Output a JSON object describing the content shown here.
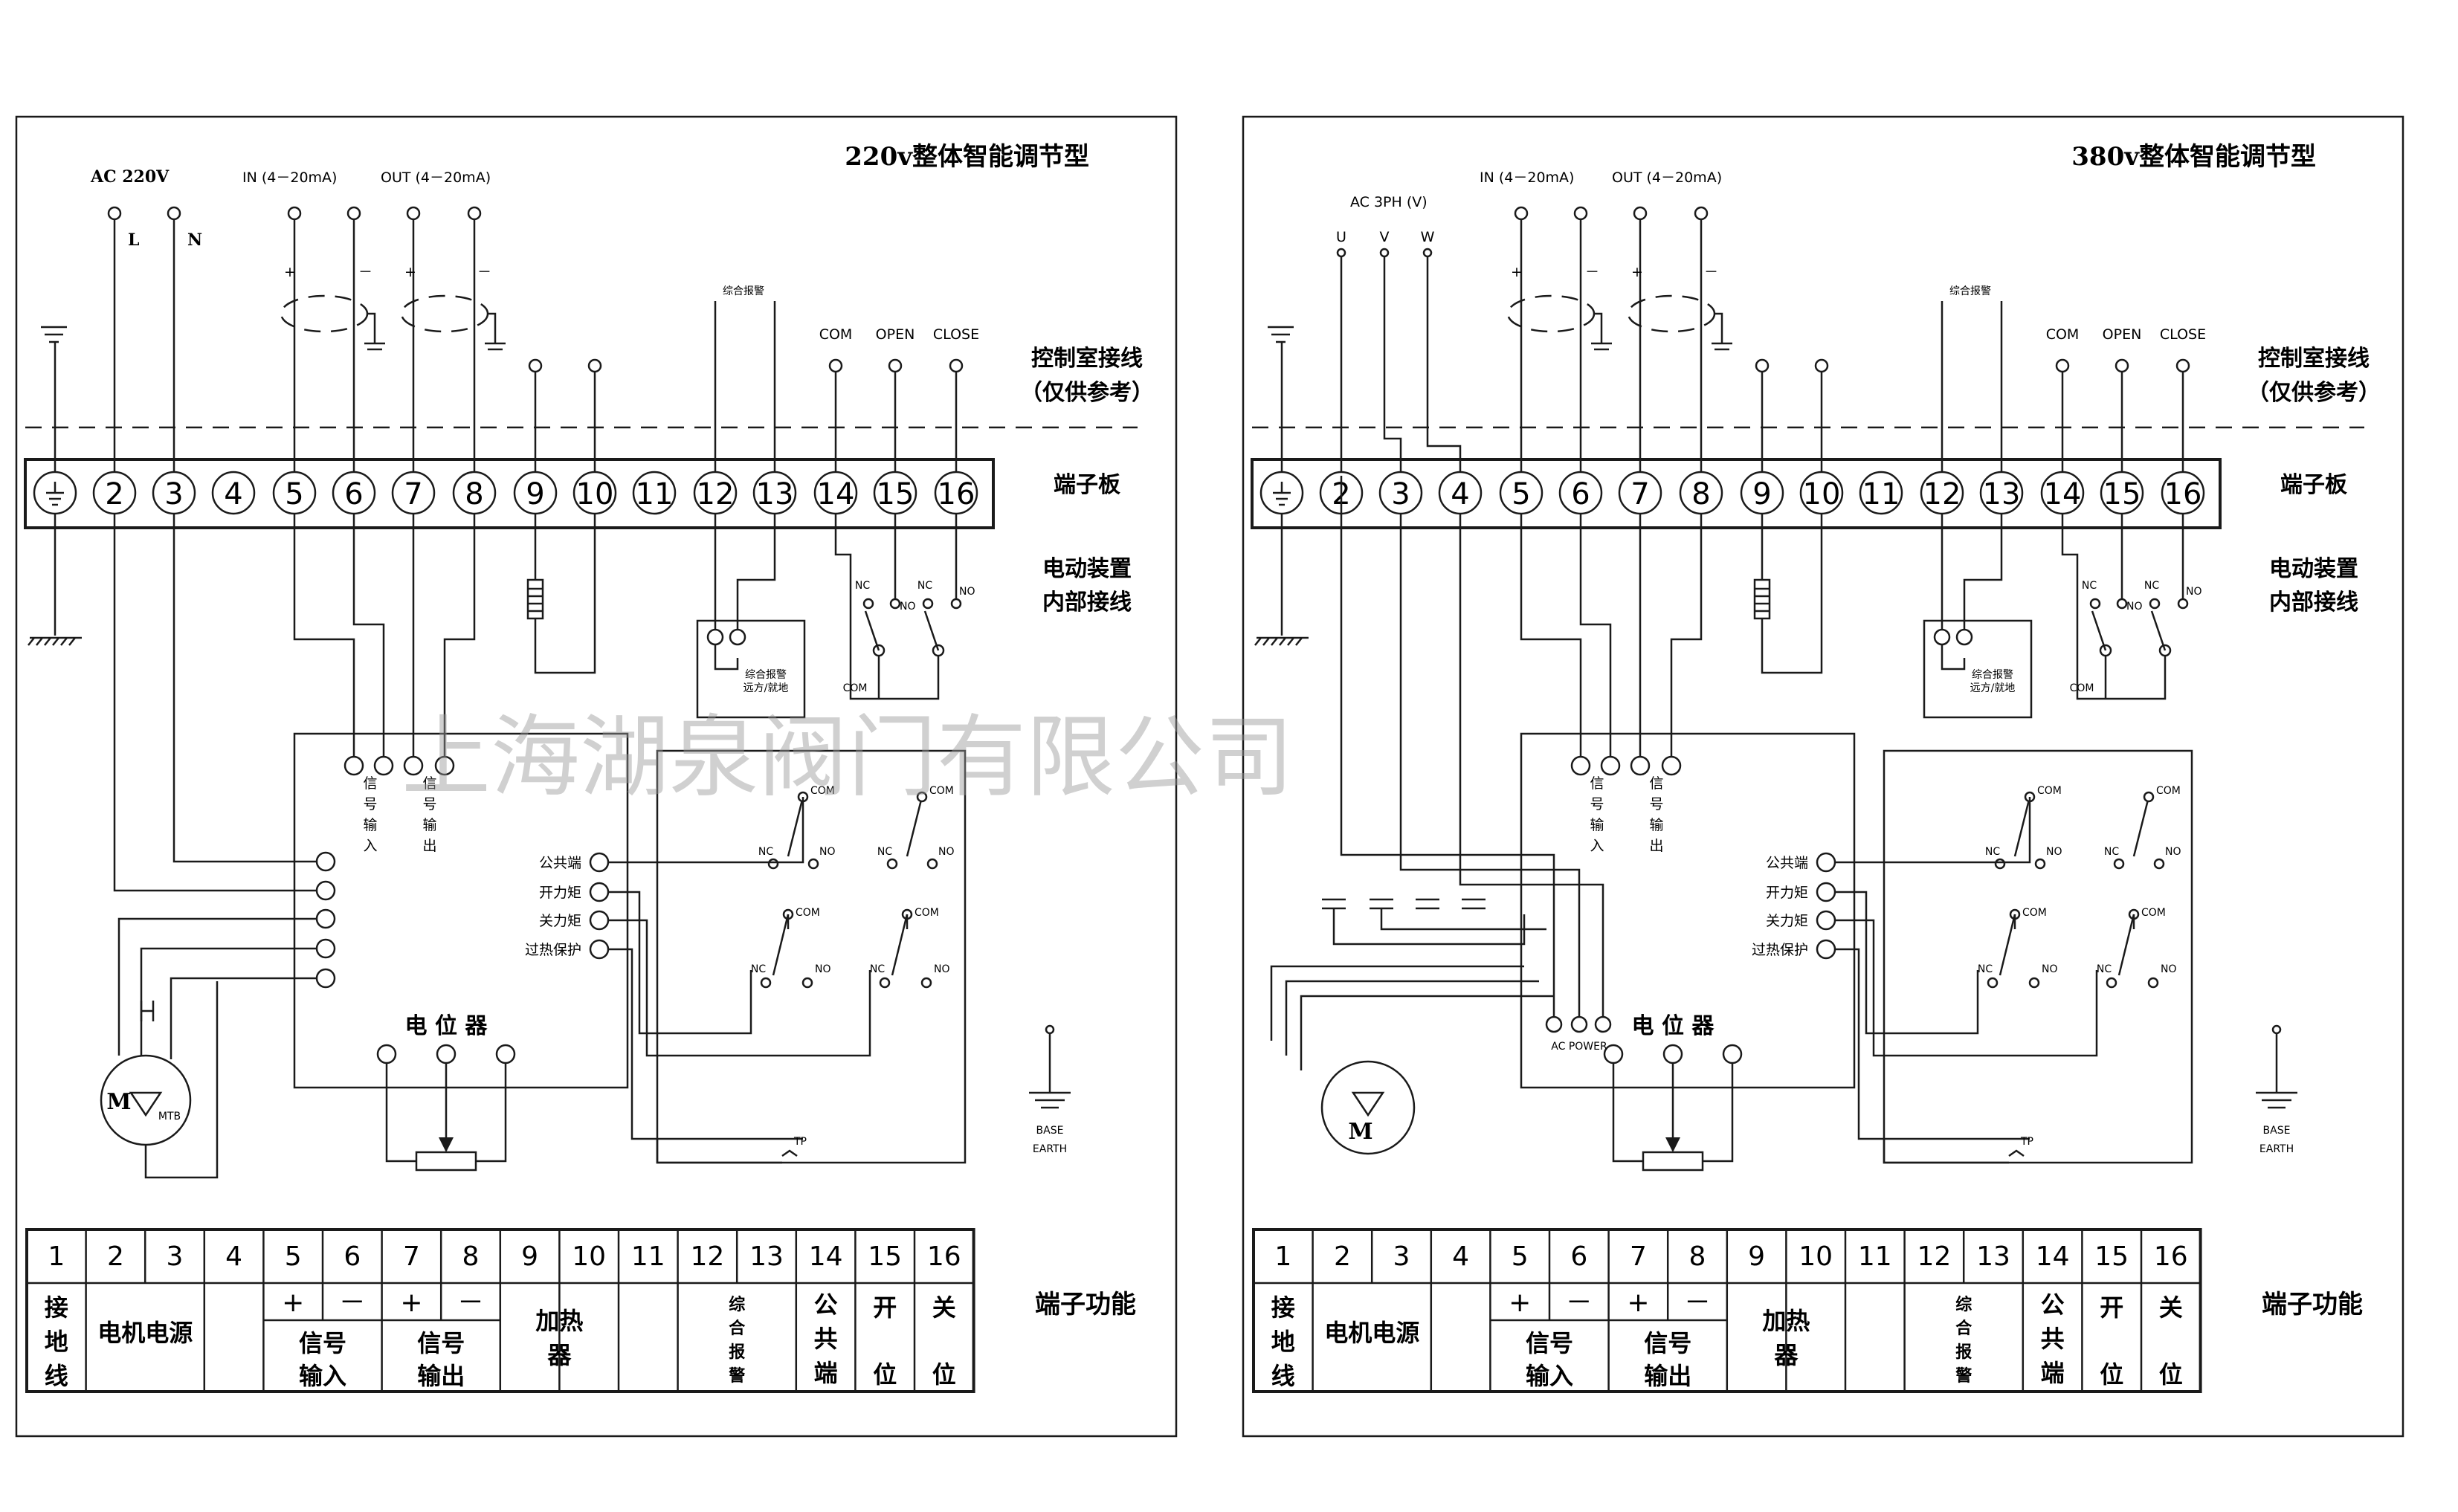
{
  "panels": [
    {
      "title": "220v整体智能调节型",
      "power_label": "AC  220V",
      "power_terms": [
        "L",
        "N"
      ],
      "in_label": "IN  (4－20mA)",
      "out_label": "OUT  (4－20mA)",
      "alarm_label": "综合报警",
      "com_label": "COM",
      "open_label": "OPEN",
      "close_label": "CLOSE",
      "control_room": [
        "控制室接线",
        "（仅供参考）"
      ],
      "terminal_board": "端子板",
      "internal": [
        "电动装置",
        "内部接线"
      ],
      "terminals": [
        "2",
        "3",
        "4",
        "5",
        "6",
        "7",
        "8",
        "9",
        "10",
        "11",
        "12",
        "13",
        "14",
        "15",
        "16"
      ],
      "board_signals": [
        "信号输入",
        "信号输出"
      ],
      "board_side": [
        "公共端",
        "开力矩",
        "关力矩",
        "过热保护"
      ],
      "potentiometer": "电 位 器",
      "motor": "M",
      "motor_mtb": "MTB",
      "tp": "TP",
      "earth": [
        "BASE",
        "EARTH"
      ],
      "alarm_box": [
        "综合报警",
        "远方/就地"
      ],
      "nc": "NC",
      "no": "NO",
      "table_nums": [
        "1",
        "2",
        "3",
        "4",
        "5",
        "6",
        "7",
        "8",
        "9",
        "10",
        "11",
        "12",
        "13",
        "14",
        "15",
        "16"
      ],
      "table_func": "端子功能",
      "func": {
        "earth": [
          "接",
          "地",
          "线"
        ],
        "motor_power": "电机电源",
        "plus": "+",
        "minus": "－",
        "sig_in": [
          "信号",
          "输入"
        ],
        "sig_out": [
          "信号",
          "输出"
        ],
        "heater": [
          "加热",
          "器"
        ],
        "alarm": [
          "综",
          "合",
          "报",
          "警"
        ],
        "common": [
          "公",
          "共",
          "端"
        ],
        "open": [
          "开",
          "位"
        ],
        "close": [
          "关",
          "位"
        ]
      }
    },
    {
      "title": "380v整体智能调节型",
      "power_label": "AC  3PH (V)",
      "power_terms": [
        "U",
        "V",
        "W"
      ],
      "in_label": "IN (4－20mA)",
      "out_label": "OUT (4－20mA)",
      "alarm_label": "综合报警",
      "com_label": "COM",
      "open_label": "OPEN",
      "close_label": "CLOSE",
      "control_room": [
        "控制室接线",
        "（仅供参考）"
      ],
      "terminal_board": "端子板",
      "internal": [
        "电动装置",
        "内部接线"
      ],
      "terminals": [
        "2",
        "3",
        "4",
        "5",
        "6",
        "7",
        "8",
        "9",
        "10",
        "11",
        "12",
        "13",
        "14",
        "15",
        "16"
      ],
      "board_signals": [
        "信号输入",
        "信号输出"
      ],
      "board_side": [
        "公共端",
        "开力矩",
        "关力矩",
        "过热保护"
      ],
      "potentiometer": "电 位 器",
      "ac_power": "AC POWER",
      "motor": "M",
      "tp": "TP",
      "earth": [
        "BASE",
        "EARTH"
      ],
      "alarm_box": [
        "综合报警",
        "远方/就地"
      ],
      "nc": "NC",
      "no": "NO",
      "table_nums": [
        "1",
        "2",
        "3",
        "4",
        "5",
        "6",
        "7",
        "8",
        "9",
        "10",
        "11",
        "12",
        "13",
        "14",
        "15",
        "16"
      ],
      "table_func": "端子功能",
      "func": {
        "earth": [
          "接",
          "地",
          "线"
        ],
        "motor_power": "电机电源",
        "plus": "+",
        "minus": "－",
        "sig_in": [
          "信号",
          "输入"
        ],
        "sig_out": [
          "信号",
          "输出"
        ],
        "heater": [
          "加热",
          "器"
        ],
        "alarm": [
          "综",
          "合",
          "报",
          "警"
        ],
        "common": [
          "公",
          "共",
          "端"
        ],
        "open": [
          "开",
          "位"
        ],
        "close": [
          "关",
          "位"
        ]
      }
    }
  ],
  "watermark": "上海湖泉阀门有限公司"
}
